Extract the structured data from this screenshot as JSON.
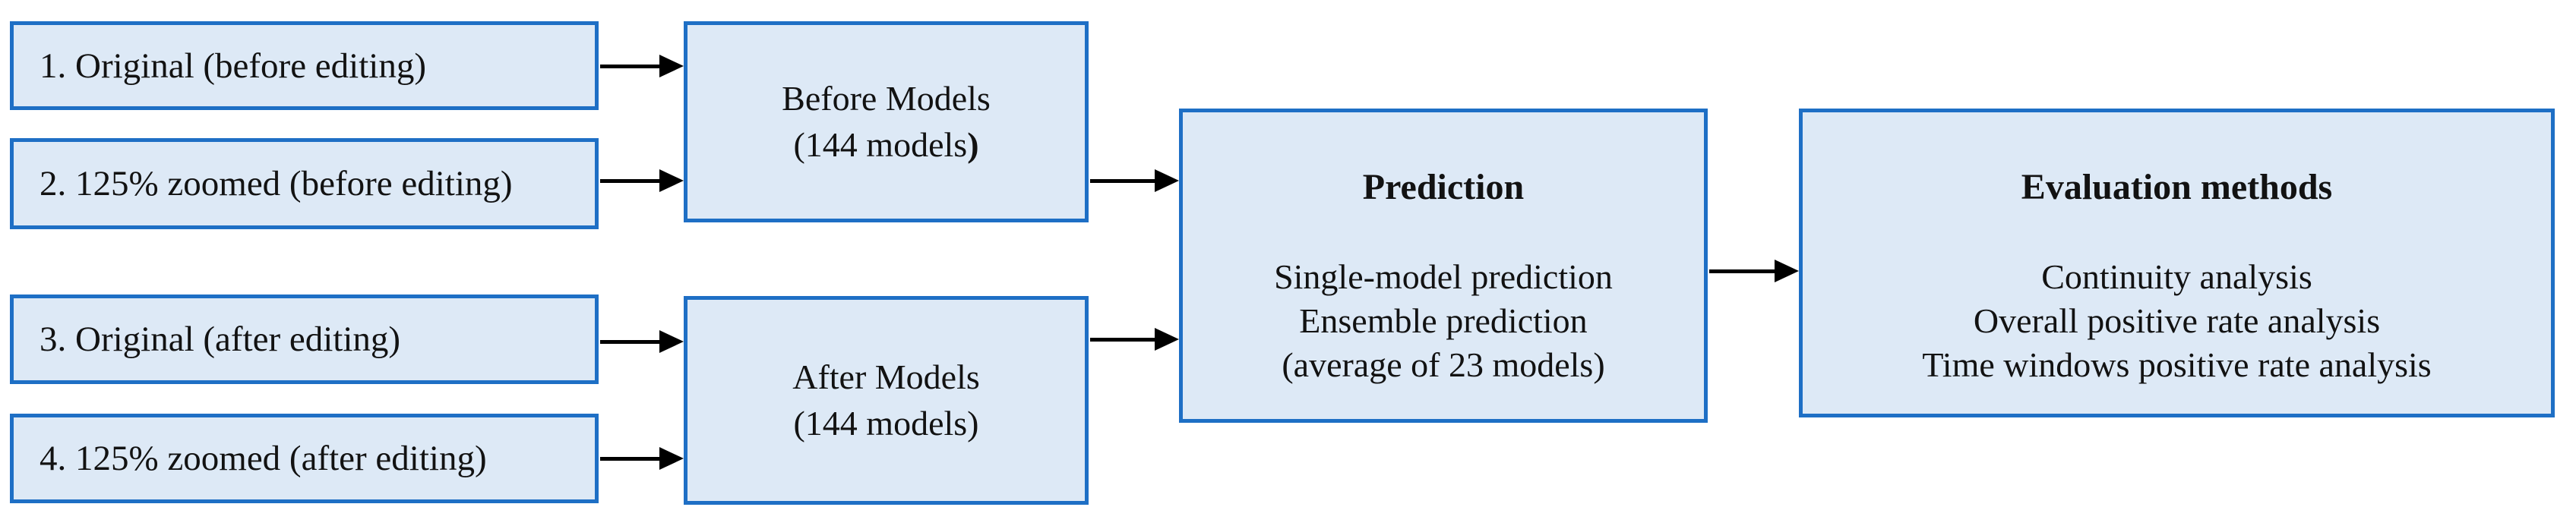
{
  "diagram": {
    "inputs": [
      {
        "label": "1. Original (before editing)"
      },
      {
        "label": "2. 125% zoomed (before editing)"
      },
      {
        "label": "3. Original (after editing)"
      },
      {
        "label": "4. 125% zoomed (after editing)"
      }
    ],
    "before_models": {
      "line1": "Before Models",
      "line2": "(144 models",
      "line2_bold": ")"
    },
    "after_models": {
      "line1": "After Models",
      "line2": "(144 models)"
    },
    "prediction": {
      "title": "Prediction",
      "lines": [
        "Single-model prediction",
        "Ensemble prediction",
        "(average of 23 models)"
      ]
    },
    "evaluation": {
      "title": "Evaluation methods",
      "lines": [
        "Continuity analysis",
        "Overall positive rate analysis",
        "Time windows positive rate analysis"
      ]
    },
    "colors": {
      "box_fill": "#dde9f6",
      "box_border": "#1e6fc5",
      "arrow": "#000000",
      "text": "#121212",
      "background": "#ffffff"
    }
  }
}
